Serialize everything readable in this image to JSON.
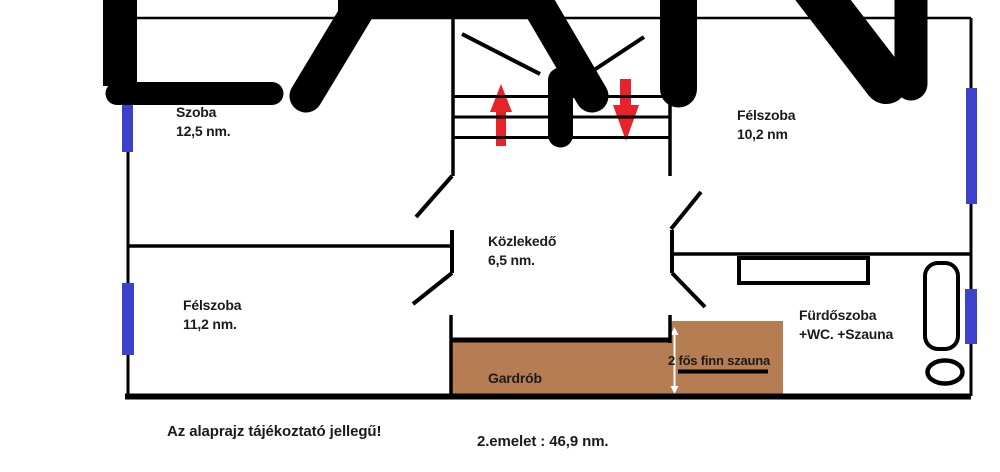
{
  "rooms": {
    "szoba": {
      "name": "Szoba",
      "area": "12,5 nm."
    },
    "felszoba_top": {
      "name": "Félszoba",
      "area": "10,2 nm"
    },
    "kozlekedo": {
      "name": "Közlekedő",
      "area": "6,5 nm."
    },
    "felszoba_bottom": {
      "name": "Félszoba",
      "area": "11,2 nm."
    },
    "furdoszoba": {
      "name": "Fürdőszoba",
      "area": "+WC. +Szauna"
    },
    "gardrob": {
      "name": "Gardrób"
    },
    "szauna": {
      "name": "2 fős finn szauna"
    }
  },
  "footer": {
    "disclaimer": "Az alaprajz tájékoztató jellegű!",
    "floor_area": "2.emelet : 46,9 nm."
  },
  "colors": {
    "wall": "#000000",
    "window_marker": "#3d41cb",
    "closet_fill": "#b67d53",
    "stair_arrow": "#e8222b",
    "watermark": "#000000",
    "text": "#1b1b1b"
  }
}
